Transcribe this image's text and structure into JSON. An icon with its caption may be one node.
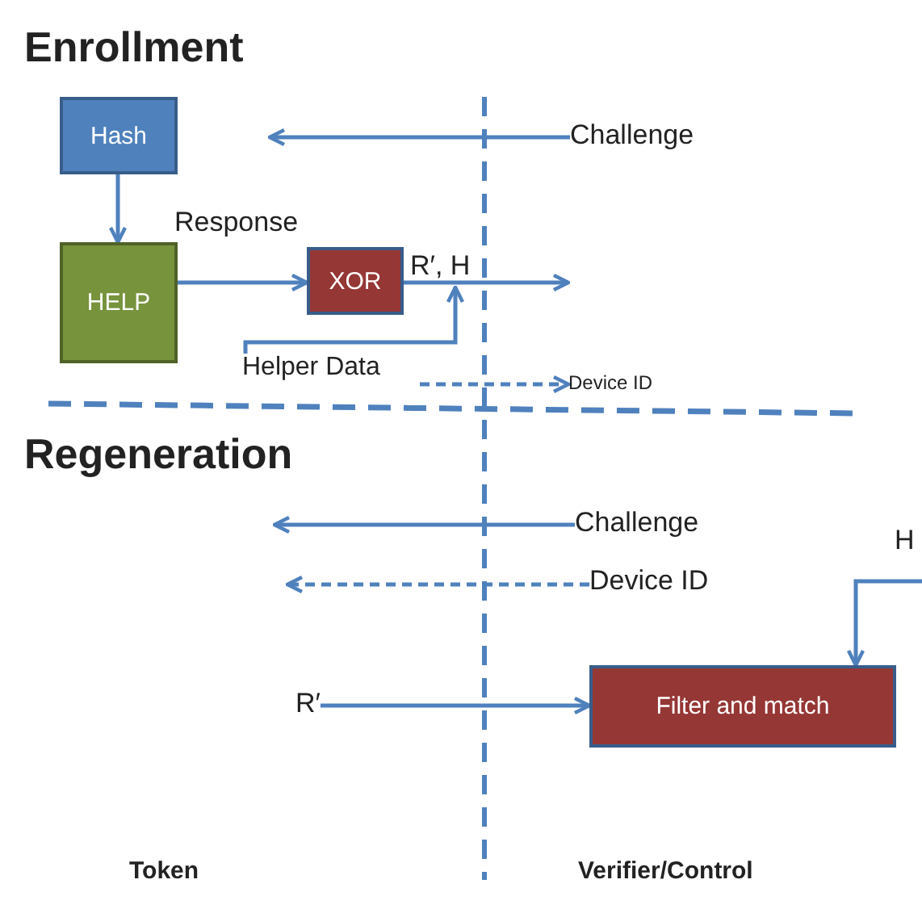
{
  "diagram": {
    "nodes": [
      {
        "text": [
          "Hash"
        ]
      },
      {
        "text": [
          "HELP"
        ]
      },
      {
        "text": [
          "XOR"
        ]
      },
      {
        "text": [
          "Filter and match"
        ]
      },
      {
        "text": [
          "Challenge"
        ]
      },
      {
        "text": [
          "Device ID"
        ]
      },
      {
        "text": [
          "Challenge"
        ]
      },
      {
        "text": [
          "Device ID"
        ]
      },
      {
        "text": [
          "R′"
        ]
      },
      {
        "text": [
          "Helper Data"
        ]
      }
    ],
    "edges": [
      {
        "from": 0,
        "to": 1,
        "arrow": "to"
      },
      {
        "from": 4,
        "to": null,
        "arrow": "to"
      },
      {
        "from": 1,
        "to": 2,
        "arrow": "to",
        "label": "Response"
      },
      {
        "from": 2,
        "to": null,
        "arrow": "to",
        "label": "R′, H"
      },
      {
        "from": 9,
        "to": null,
        "arrow": "to"
      },
      {
        "from": null,
        "to": 5,
        "arrow": "to",
        "style": "dashed"
      },
      {
        "from": 6,
        "to": null,
        "arrow": "to"
      },
      {
        "from": 7,
        "to": null,
        "arrow": "to",
        "style": "dashed"
      },
      {
        "from": 8,
        "to": 3,
        "arrow": "to"
      },
      {
        "from": null,
        "to": 3,
        "arrow": "to",
        "label": "H"
      }
    ],
    "labels": [
      "Enrollment",
      "Regeneration",
      "Token",
      "Verifier/Control"
    ]
  }
}
